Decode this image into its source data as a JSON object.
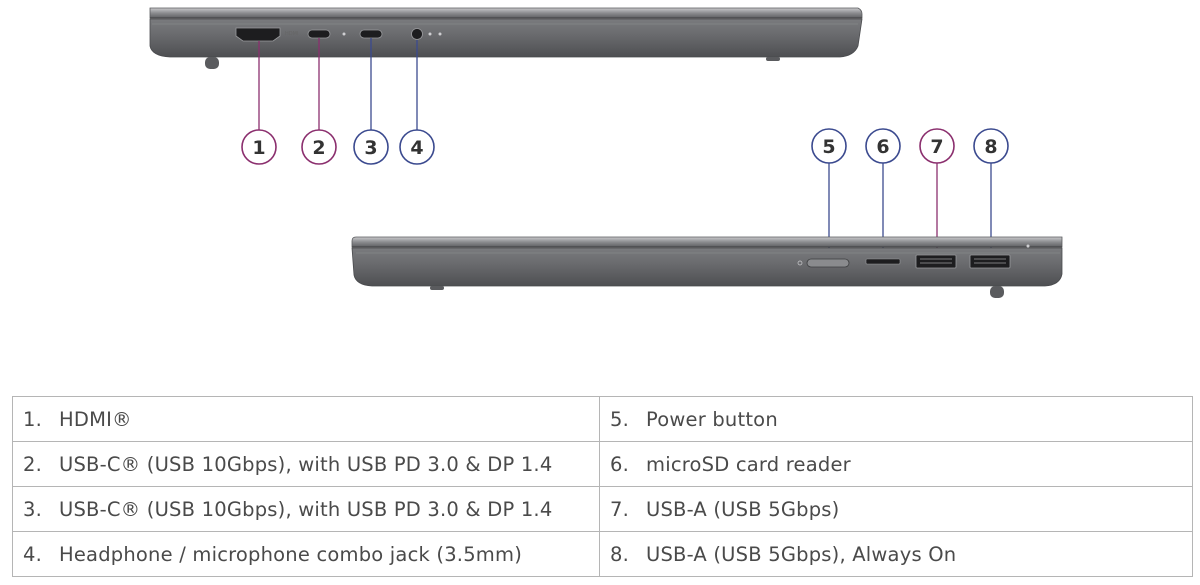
{
  "callouts": {
    "c1": "1",
    "c2": "2",
    "c3": "3",
    "c4": "4",
    "c5": "5",
    "c6": "6",
    "c7": "7",
    "c8": "8"
  },
  "laptop_labels": {
    "hdmi": "HDMI"
  },
  "colors": {
    "purple": "#8b2f6e",
    "blue": "#3b4a8f",
    "laptop_gray": "#6d6e72",
    "table_border": "#b5b5b5"
  },
  "legend": {
    "rows": [
      {
        "left_num": "1.",
        "left_text": "HDMI®",
        "right_num": "5.",
        "right_text": "Power button"
      },
      {
        "left_num": "2.",
        "left_text": "USB-C® (USB 10Gbps), with USB PD 3.0 & DP 1.4",
        "right_num": "6.",
        "right_text": "microSD card reader"
      },
      {
        "left_num": "3.",
        "left_text": "USB-C® (USB 10Gbps), with USB PD 3.0 & DP 1.4",
        "right_num": "7.",
        "right_text": "USB-A (USB 5Gbps)"
      },
      {
        "left_num": "4.",
        "left_text": "Headphone / microphone combo jack (3.5mm)",
        "right_num": "8.",
        "right_text": "USB-A (USB 5Gbps), Always On"
      }
    ]
  }
}
